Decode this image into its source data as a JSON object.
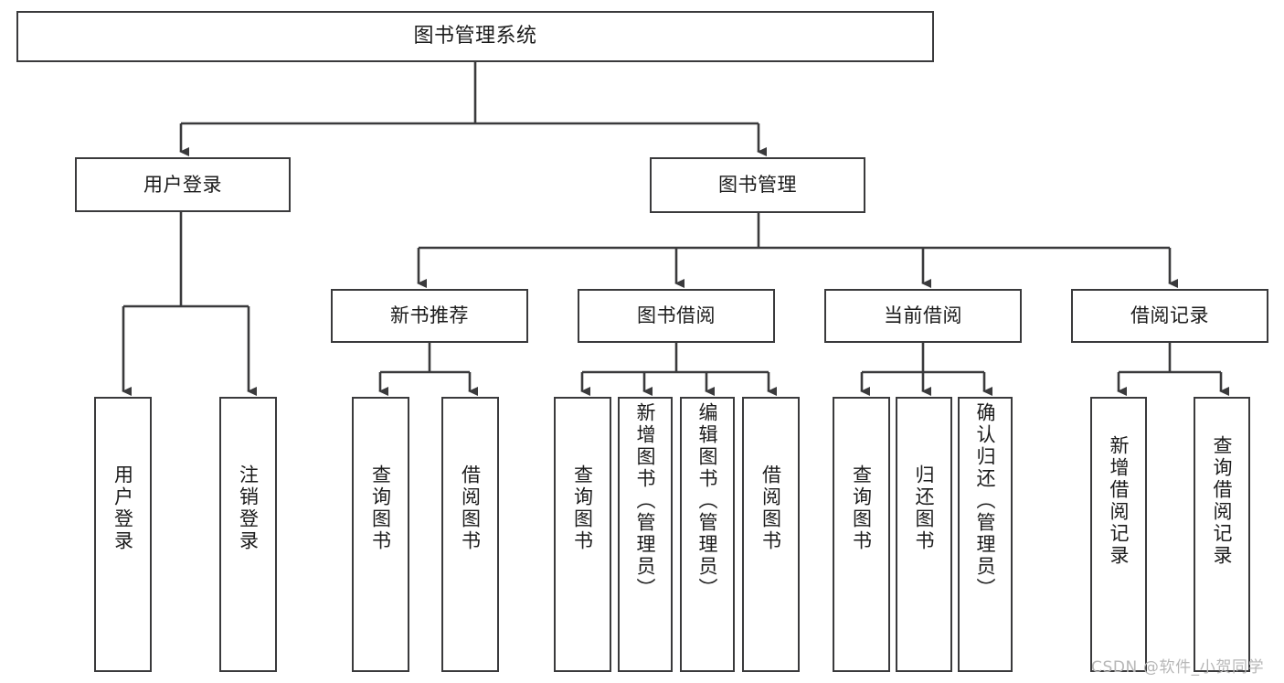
{
  "diagram": {
    "type": "tree-hierarchy",
    "title": "图书管理系统",
    "colors": {
      "box_border": "#3a3a3c",
      "box_fill": "#ffffff",
      "edge": "#3a3a3c",
      "text": "#1b1b1b",
      "watermark": "#b7b7b7",
      "background": "#ffffff"
    },
    "levels": {
      "root": "图书管理系统",
      "level2": [
        "用户登录",
        "图书管理"
      ],
      "level3": [
        "新书推荐",
        "图书借阅",
        "当前借阅",
        "借阅记录"
      ]
    }
  },
  "nodes": {
    "root": {
      "label": "图书管理系统"
    },
    "user_login": {
      "label": "用户登录"
    },
    "book_manage": {
      "label": "图书管理"
    },
    "new_book_rec": {
      "label": "新书推荐"
    },
    "book_borrow": {
      "label": "图书借阅"
    },
    "current_borrow": {
      "label": "当前借阅"
    },
    "borrow_record": {
      "label": "借阅记录"
    },
    "leaf_user_login": {
      "label": "用户登录"
    },
    "leaf_logout": {
      "label": "注销登录"
    },
    "leaf_query_book_a": {
      "label": "查询图书"
    },
    "leaf_borrow_book_a": {
      "label": "借阅图书"
    },
    "leaf_query_book_b": {
      "label": "查询图书"
    },
    "leaf_add_book": {
      "label": "新增图书（管理员）"
    },
    "leaf_edit_book": {
      "label": "编辑图书（管理员）"
    },
    "leaf_borrow_book_b": {
      "label": "借阅图书"
    },
    "leaf_query_book_c": {
      "label": "查询图书"
    },
    "leaf_return_book": {
      "label": "归还图书"
    },
    "leaf_confirm_return": {
      "label": "确认归还（管理员）"
    },
    "leaf_add_record": {
      "label": "新增借阅记录"
    },
    "leaf_query_record": {
      "label": "查询借阅记录"
    }
  },
  "watermark": {
    "text": "CSDN @软件_小贺同学"
  }
}
